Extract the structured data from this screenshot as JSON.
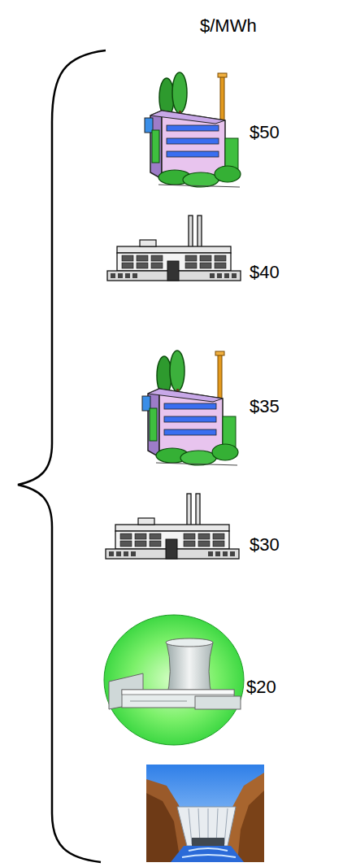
{
  "diagram": {
    "labels": [
      "$/MWh",
      "$50",
      "$40",
      "$35",
      "$30",
      "$20"
    ]
  }
}
